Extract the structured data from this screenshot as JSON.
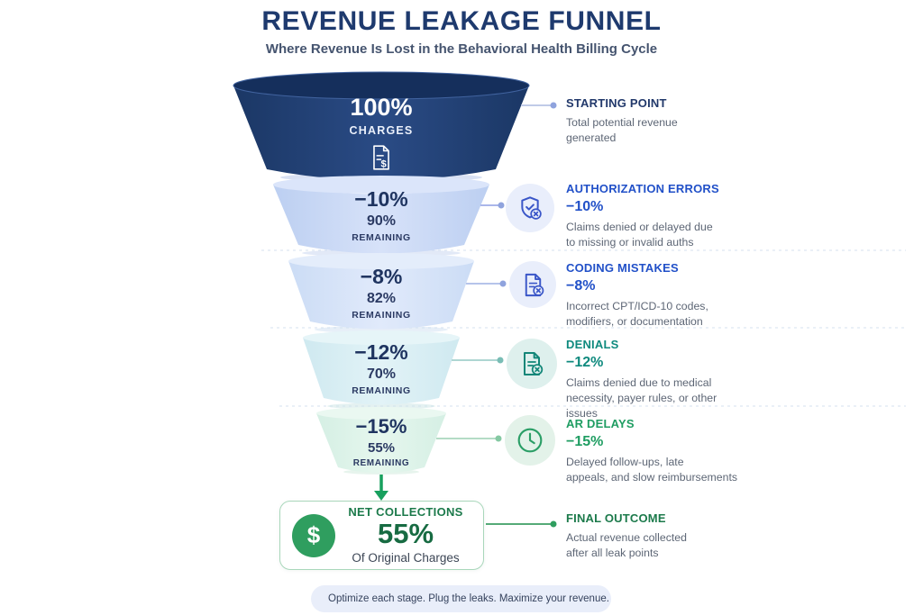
{
  "header": {
    "title": "REVENUE LEAKAGE FUNNEL",
    "subtitle": "Where Revenue Is Lost in the Behavioral Health Billing Cycle"
  },
  "funnel": {
    "stages": [
      {
        "value": "100%",
        "label": "CHARGES",
        "icon": "invoice-dollar-icon",
        "color": "#1d3a6d"
      },
      {
        "loss": "−10%",
        "remaining": "90%",
        "remaining_label": "REMAINING",
        "color": "#c6d6f3"
      },
      {
        "loss": "−8%",
        "remaining": "82%",
        "remaining_label": "REMAINING",
        "color": "#d3e1f6"
      },
      {
        "loss": "−12%",
        "remaining": "70%",
        "remaining_label": "REMAINING",
        "color": "#d7ecf2"
      },
      {
        "loss": "−15%",
        "remaining": "55%",
        "remaining_label": "REMAINING",
        "color": "#dbf1e9"
      }
    ]
  },
  "annotations": [
    {
      "heading": "STARTING POINT",
      "body": "Total potential revenue\ngenerated",
      "color": "#22396b"
    },
    {
      "heading": "AUTHORIZATION ERRORS",
      "loss": "−10%",
      "body": "Claims denied or delayed due\nto missing or invalid auths",
      "icon": "shield-x-icon",
      "color": "#2150c8"
    },
    {
      "heading": "CODING MISTAKES",
      "loss": "−8%",
      "body": "Incorrect CPT/ICD-10 codes,\nmodifiers, or documentation",
      "icon": "document-x-icon",
      "color": "#2150c8"
    },
    {
      "heading": "DENIALS",
      "loss": "−12%",
      "body": "Claims denied due to medical\nnecessity, payer rules, or other\nissues",
      "icon": "document-x-icon",
      "color": "#0f8a7e"
    },
    {
      "heading": "AR DELAYS",
      "loss": "−15%",
      "body": "Delayed follow-ups, late\nappeals, and slow reimbursements",
      "icon": "clock-icon",
      "color": "#1f9d62"
    },
    {
      "heading": "FINAL OUTCOME",
      "body": "Actual revenue collected\nafter all leak points",
      "color": "#1c7a4b"
    }
  ],
  "result": {
    "heading": "NET COLLECTIONS",
    "value": "55%",
    "caption": "Of Original Charges",
    "icon": "dollar-circle-icon"
  },
  "footer": {
    "text": "Optimize each stage. Plug the leaks. Maximize your revenue.",
    "icon": "growth-chart-icon"
  },
  "icons": {
    "dollar": "$"
  },
  "colors": {
    "title_navy": "#1e3a6e",
    "stage_blue_dark": "#1d3a6d",
    "accent_blue": "#2150c8",
    "accent_teal": "#0f8a7e",
    "accent_green": "#1f9d62",
    "result_green": "#2f9e5f",
    "body_gray": "#5d6675",
    "footer_bg": "#e9eefa"
  }
}
